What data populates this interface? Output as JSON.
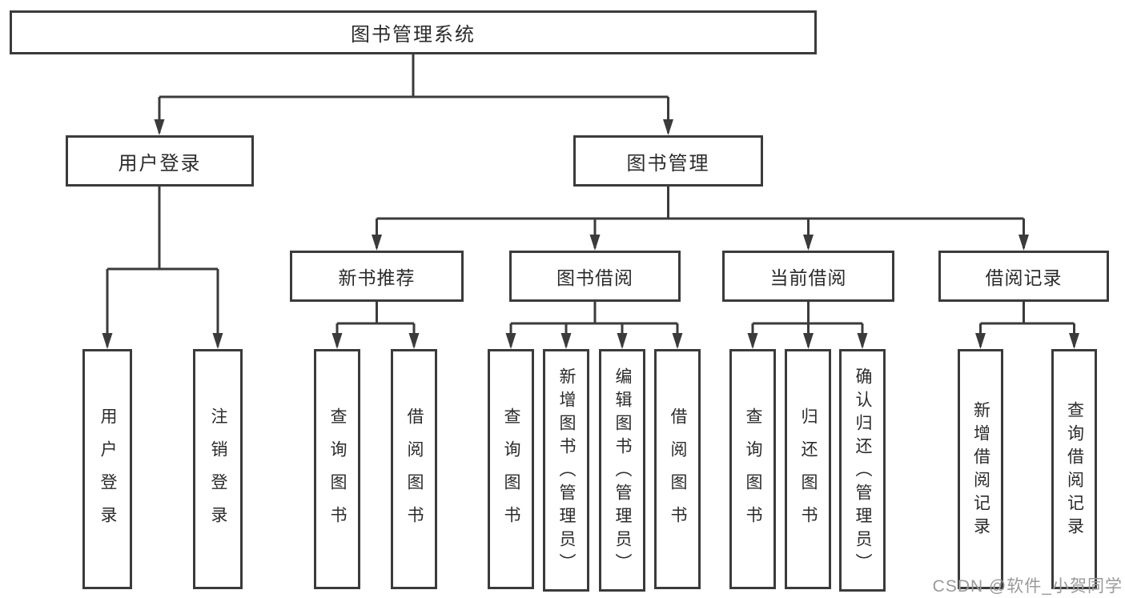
{
  "colors": {
    "line": "#3b3b3b",
    "box_border": "#3b3b3b",
    "text": "#2b2b2b",
    "background": "#ffffff",
    "watermark": "#9a9a9a"
  },
  "watermark": {
    "text": "CSDN @软件_小贺同学"
  },
  "tree": {
    "label": "图书管理系统",
    "children": [
      {
        "label": "用户登录",
        "children": [
          {
            "label": "用户登录"
          },
          {
            "label": "注销登录"
          }
        ]
      },
      {
        "label": "图书管理",
        "children": [
          {
            "label": "新书推荐",
            "children": [
              {
                "label": "查询图书"
              },
              {
                "label": "借阅图书"
              }
            ]
          },
          {
            "label": "图书借阅",
            "children": [
              {
                "label": "查询图书"
              },
              {
                "label": "新增图书（管理员）"
              },
              {
                "label": "编辑图书（管理员）"
              },
              {
                "label": "借阅图书"
              }
            ]
          },
          {
            "label": "当前借阅",
            "children": [
              {
                "label": "查询图书"
              },
              {
                "label": "归还图书"
              },
              {
                "label": "确认归还（管理员）"
              }
            ]
          },
          {
            "label": "借阅记录",
            "children": [
              {
                "label": "新增借阅记录"
              },
              {
                "label": "查询借阅记录"
              }
            ]
          }
        ]
      }
    ]
  }
}
